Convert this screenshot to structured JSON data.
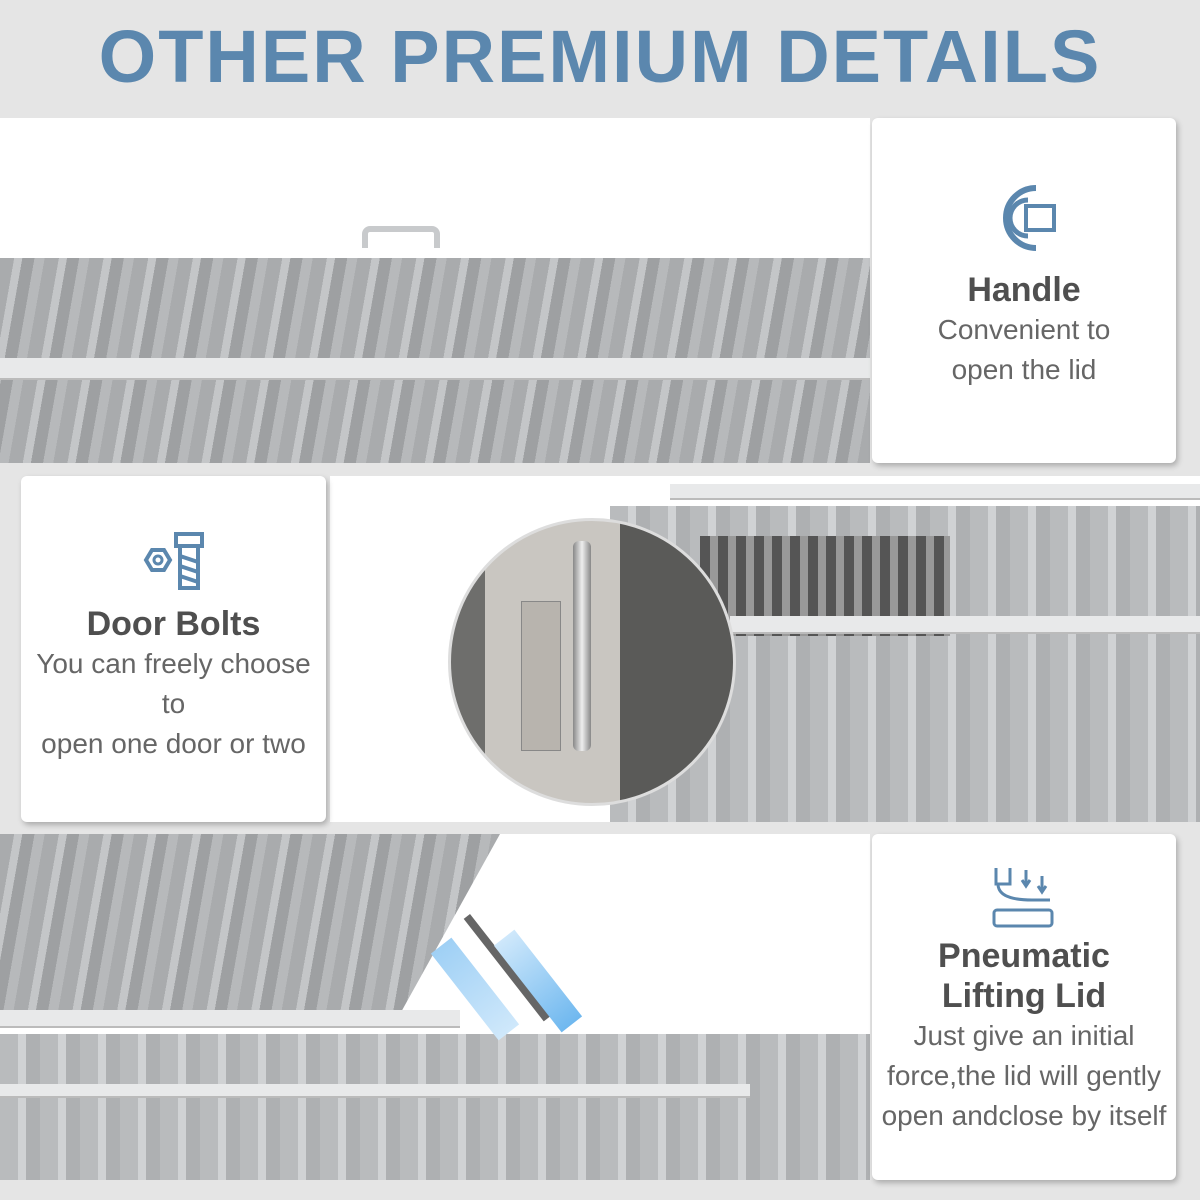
{
  "title": "OTHER PREMIUM DETAILS",
  "features": [
    {
      "icon": "handle-icon",
      "title": "Handle",
      "desc_lines": [
        "Convenient to",
        "open the lid"
      ]
    },
    {
      "icon": "bolt-icon",
      "title": "Door Bolts",
      "desc_lines": [
        "You can freely choose to",
        "open one door or two"
      ]
    },
    {
      "icon": "pneumatic-lid-icon",
      "title_lines": [
        "Pneumatic",
        "Lifting Lid"
      ],
      "desc_lines": [
        "Just give an initial",
        "force,the lid will gently",
        "open andclose by itself"
      ]
    }
  ],
  "colors": {
    "accent": "#5b87ae",
    "background": "#e5e5e5"
  }
}
